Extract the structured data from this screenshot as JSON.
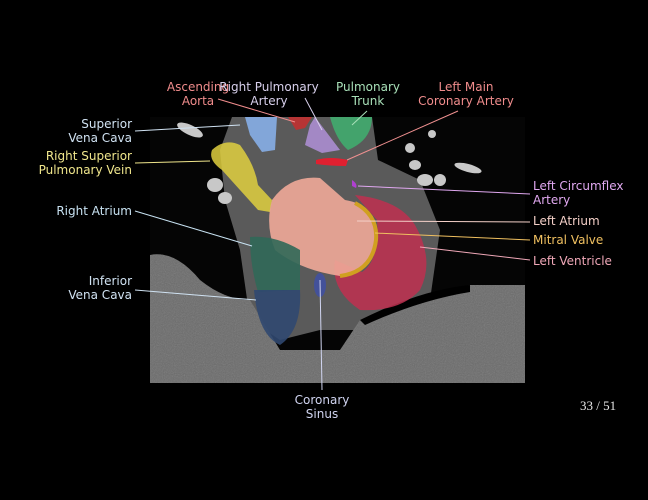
{
  "colors": {
    "aorta": "#f08c8c",
    "rpa": "#d8d0ec",
    "trunk": "#a8e0b8",
    "lmca": "#f09090",
    "svc": "#d0e2f2",
    "rspv": "#f0e68c",
    "ra": "#c8e2f2",
    "ivc": "#d0e2f2",
    "cs": "#d0d4f0",
    "lcx": "#e0a8f0",
    "la": "#f4d0c8",
    "mv": "#f0c060",
    "lv": "#f0a8b8"
  },
  "labels": {
    "ascending_aorta": [
      "Ascending",
      "Aorta"
    ],
    "right_pulmonary_artery": [
      "Right Pulmonary",
      "Artery"
    ],
    "pulmonary_trunk": [
      "Pulmonary",
      "Trunk"
    ],
    "left_main_coronary_artery": [
      "Left Main",
      "Coronary Artery"
    ],
    "superior_vena_cava": [
      "Superior",
      "Vena Cava"
    ],
    "right_superior_pulmonary_vein": [
      "Right Superior",
      "Pulmonary Vein"
    ],
    "right_atrium": "Right Atrium",
    "inferior_vena_cava": [
      "Inferior",
      "Vena Cava"
    ],
    "coronary_sinus": [
      "Coronary",
      "Sinus"
    ],
    "left_circumflex_artery": [
      "Left Circumflex",
      "Artery"
    ],
    "left_atrium": "Left Atrium",
    "mitral_valve": "Mitral Valve",
    "left_ventricle": "Left Ventricle"
  },
  "slice_counter": "33 / 51"
}
